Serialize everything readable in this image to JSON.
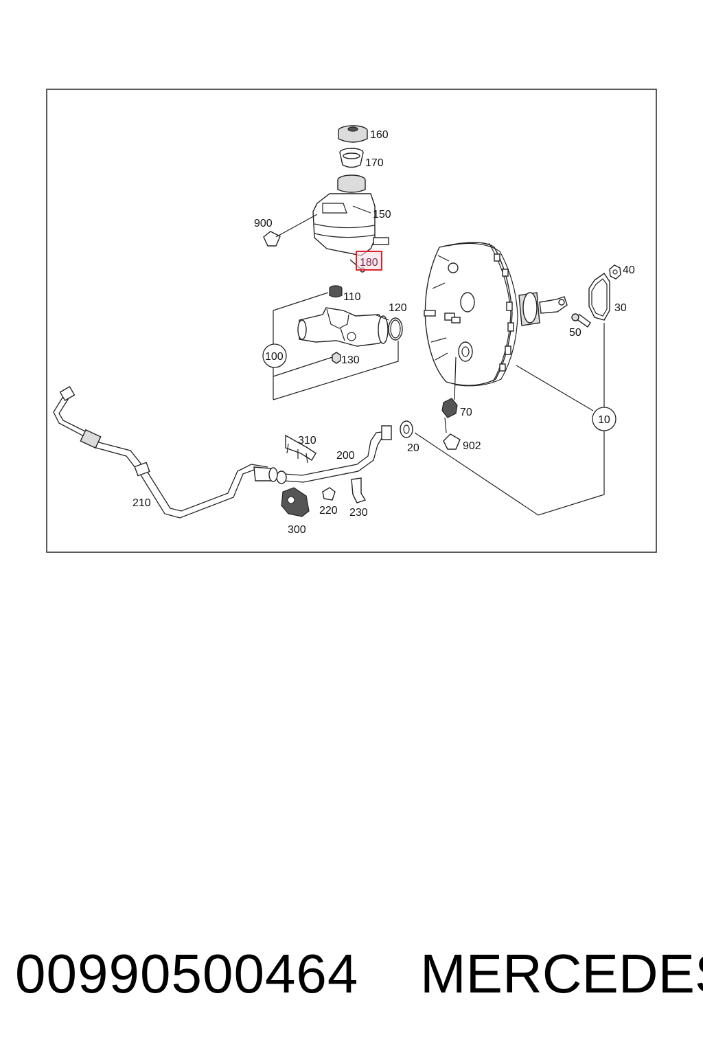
{
  "diagram": {
    "callouts": {
      "c160": "160",
      "c170": "170",
      "c150": "150",
      "c900": "900",
      "c180": "180",
      "c110": "110",
      "c120": "120",
      "c100": "100",
      "c130": "130",
      "c40": "40",
      "c30": "30",
      "c50": "50",
      "c10": "10",
      "c70": "70",
      "c902": "902",
      "c20": "20",
      "c310": "310",
      "c200": "200",
      "c210": "210",
      "c220": "220",
      "c230": "230",
      "c300": "300"
    },
    "highlighted_callout": "180",
    "highlight_color": "#e0202a"
  },
  "footer": {
    "part_number": "00990500464",
    "brand": "MERCEDES"
  }
}
